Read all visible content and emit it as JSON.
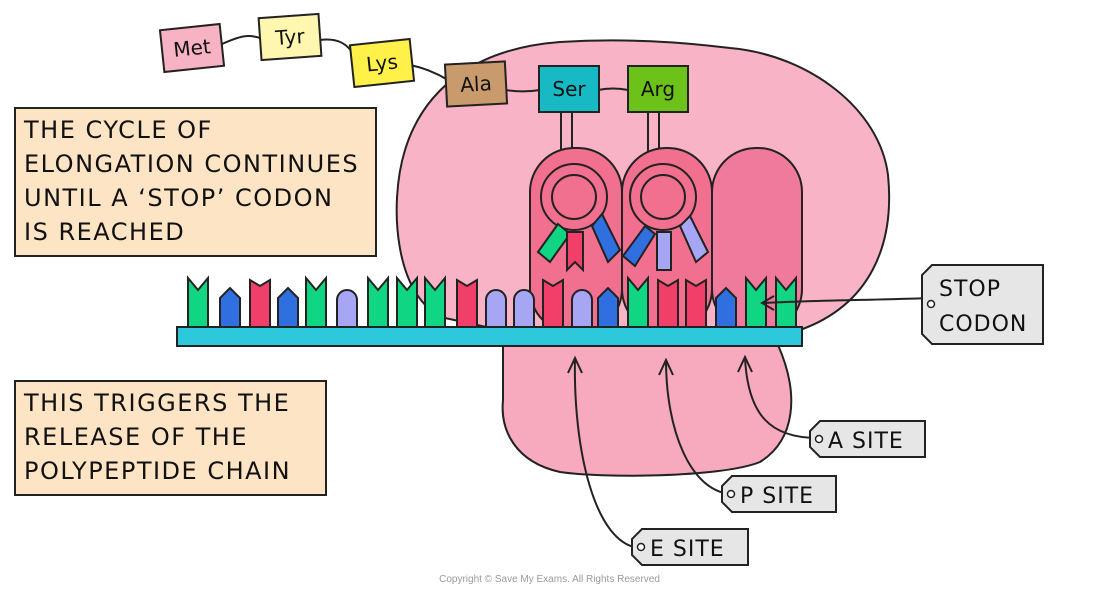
{
  "amino_acids": [
    {
      "label": "Met",
      "color": "#f7b2c4"
    },
    {
      "label": "Tyr",
      "color": "#fff6b0"
    },
    {
      "label": "Lys",
      "color": "#fff04a"
    },
    {
      "label": "Ala",
      "color": "#c89a6c"
    },
    {
      "label": "Ser",
      "color": "#17b9c4"
    },
    {
      "label": "Arg",
      "color": "#6cc219"
    }
  ],
  "notes": {
    "cycle": "THE CYCLE OF\nELONGATION CONTINUES\nUNTIL A ‘STOP’ CODON\nIS REACHED",
    "release": "THIS TRIGGERS THE\nRELEASE OF THE\nPOLYPEPTIDE CHAIN"
  },
  "tags": {
    "stop_codon": [
      "STOP",
      "CODON"
    ],
    "a_site": "A SITE",
    "p_site": "P SITE",
    "e_site": "E SITE"
  },
  "colors": {
    "ribosome_large": "#f9b3c6",
    "ribosome_small": "#f7a9be",
    "trna": "#f2708f",
    "trna_empty_site": "#ef7a9b",
    "mrna_strand": "#2ec8dc",
    "base_green": "#10d684",
    "base_blue": "#2f6fe0",
    "base_red": "#f0406a",
    "base_lavender": "#a6a6f5",
    "note_bg": "#fde4c4",
    "tag_bg": "#e6e6e6"
  },
  "copyright": "Copyright © Save My Exams. All Rights Reserved"
}
